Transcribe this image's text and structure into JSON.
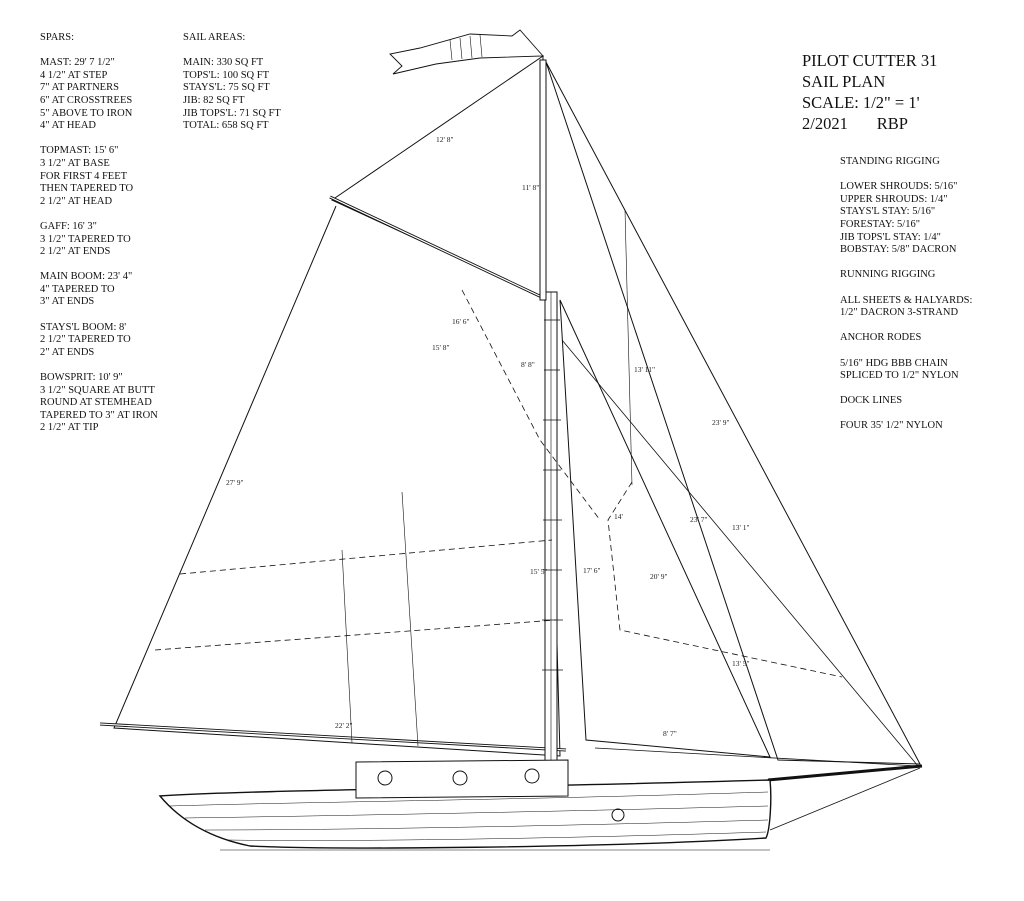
{
  "spars": {
    "heading": "SPARS:",
    "groups": [
      [
        "MAST: 29' 7 1/2\"",
        "4 1/2\" AT STEP",
        "7\" AT PARTNERS",
        "6\" AT CROSSTREES",
        "5\" ABOVE TO IRON",
        "4\" AT HEAD"
      ],
      [
        "TOPMAST: 15' 6\"",
        "3 1/2\" AT BASE",
        "FOR FIRST 4 FEET",
        "THEN TAPERED TO",
        "2 1/2\" AT HEAD"
      ],
      [
        "GAFF: 16' 3\"",
        "3 1/2\" TAPERED TO",
        "2 1/2\" AT ENDS"
      ],
      [
        "MAIN BOOM: 23' 4\"",
        "4\" TAPERED TO",
        "3\" AT ENDS"
      ],
      [
        "STAYS'L BOOM: 8'",
        "2 1/2\" TAPERED TO",
        "2\" AT ENDS"
      ],
      [
        "BOWSPRIT: 10' 9\"",
        "3 1/2\" SQUARE AT BUTT",
        "ROUND AT STEMHEAD",
        "TAPERED TO 3\" AT IRON",
        "2 1/2\" AT TIP"
      ]
    ]
  },
  "sail_areas": {
    "heading": "SAIL AREAS:",
    "lines": [
      "MAIN: 330 SQ FT",
      "TOPS'L: 100 SQ FT",
      "STAYS'L: 75 SQ FT",
      "JIB: 82 SQ FT",
      "JIB TOPS'L: 71 SQ FT",
      "TOTAL: 658 SQ FT"
    ]
  },
  "title_block": {
    "lines": [
      "PILOT CUTTER 31",
      "SAIL PLAN",
      "SCALE: 1/2\" = 1'",
      "2/2021       RBP"
    ]
  },
  "rigging": {
    "groups": [
      [
        "STANDING RIGGING"
      ],
      [
        "LOWER SHROUDS: 5/16\"",
        "UPPER SHROUDS: 1/4\"",
        "STAYS'L STAY: 5/16\"",
        "FORESTAY: 5/16\"",
        "JIB TOPS'L STAY: 1/4\"",
        "BOBSTAY: 5/8\" DACRON"
      ],
      [
        "RUNNING RIGGING"
      ],
      [
        "ALL SHEETS & HALYARDS:",
        "1/2\" DACRON 3-STRAND"
      ],
      [
        "ANCHOR RODES"
      ],
      [
        "5/16\" HDG BBB CHAIN",
        "SPLICED TO 1/2\" NYLON"
      ],
      [
        "DOCK LINES"
      ],
      [
        "FOUR 35' 1/2\" NYLON"
      ]
    ]
  },
  "dimensions": {
    "topsail_head": "12' 8\"",
    "topmast": "11' 8\"",
    "gaff_inner": "16' 6\"",
    "gaff": "15' 8\"",
    "mast_upper": "8' 8\"",
    "topsail_luff": "13' 11\"",
    "jib_topsail_stay": "23' 9\"",
    "main_leech": "27' 9\"",
    "stays_l_leech": "14'",
    "jib_luff": "23' 7\"",
    "jib_topsail_leech": "13' 1\"",
    "main_luff": "15' 5\"",
    "stays_l_luff": "17' 6\"",
    "jib_leech": "20' 9\"",
    "jib_foot": "13' 5\"",
    "main_foot": "22' 2\"",
    "stays_l_foot": "8' 7\""
  }
}
